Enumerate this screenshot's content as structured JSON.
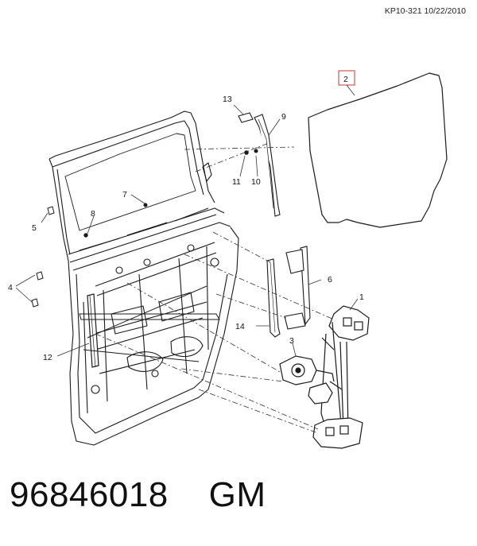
{
  "header": {
    "doc_code": "KP10-321 10/22/2010"
  },
  "footer": {
    "part_number": "96846018",
    "brand": "GM"
  },
  "callouts": {
    "c1": "1",
    "c2": "2",
    "c3": "3",
    "c4": "4",
    "c5": "5",
    "c6": "6",
    "c7": "7",
    "c8": "8",
    "c9": "9",
    "c10": "10",
    "c11": "11",
    "c12": "12",
    "c13": "13",
    "c14": "14"
  },
  "colors": {
    "line": "#1a1a1a",
    "highlight_box": "#d9534f",
    "leader": "#333333"
  }
}
